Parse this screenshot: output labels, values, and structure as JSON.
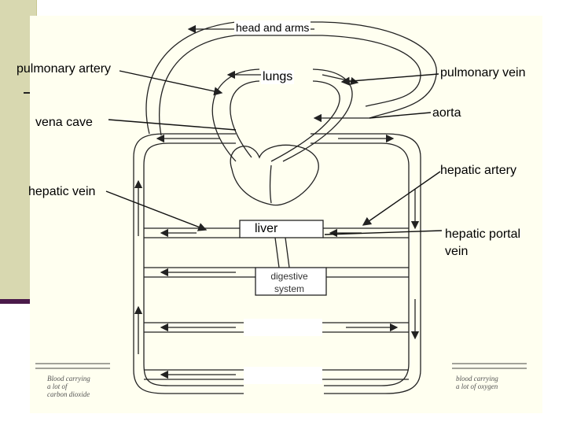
{
  "labels": {
    "head_and_arms": "head and arms",
    "pulmonary_artery": "pulmonary artery",
    "lungs": "lungs",
    "pulmonary_vein": "pulmonary vein",
    "vena_cave": "vena cave",
    "aorta": "aorta",
    "hepatic_artery": "hepatic artery",
    "hepatic_vein": "hepatic vein",
    "liver": "liver",
    "hepatic_portal_vein": "hepatic portal\nvein",
    "digestive_system": "digestive\nsystem"
  },
  "legend": {
    "left": "Blood carrying\na lot of\ncarbon dioxide",
    "right": "blood carrying\na lot of oxygen"
  },
  "colors": {
    "slide_bar": "#d8d8b0",
    "accent_rule": "#4a1a4a",
    "diagram_bg": "#fffff0",
    "line": "#222222"
  }
}
